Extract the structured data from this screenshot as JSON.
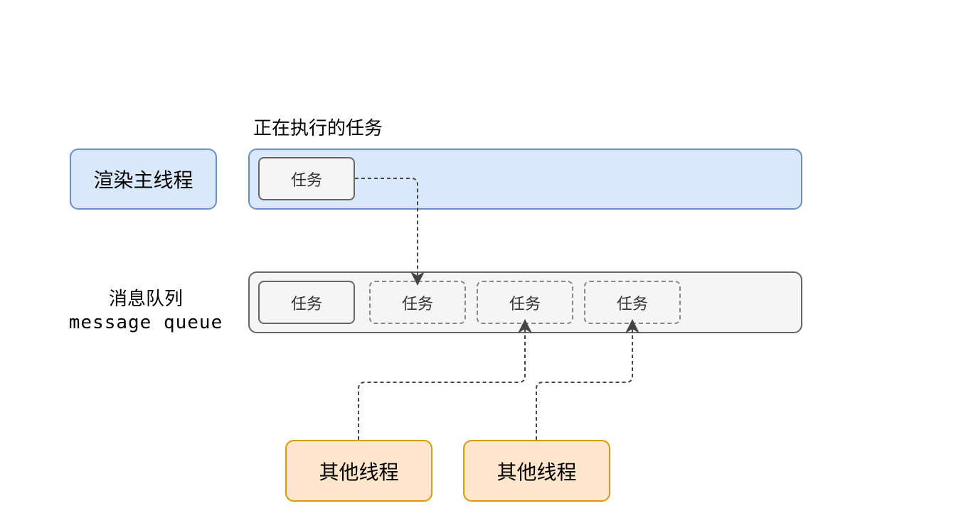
{
  "main_thread": {
    "label": "渲染主线程",
    "executing_caption": "正在执行的任务",
    "current_task": "任务"
  },
  "message_queue": {
    "label_cn": "消息队列",
    "label_en": "message queue",
    "tasks": [
      "任务",
      "任务",
      "任务",
      "任务"
    ]
  },
  "other_threads": [
    "其他线程",
    "其他线程"
  ],
  "colors": {
    "main_fill": "#dae8fc",
    "main_stroke": "#6c8ebf",
    "queue_fill": "#f5f5f5",
    "queue_stroke": "#666666",
    "thread_fill": "#ffe6cc",
    "thread_stroke": "#d79b00"
  }
}
